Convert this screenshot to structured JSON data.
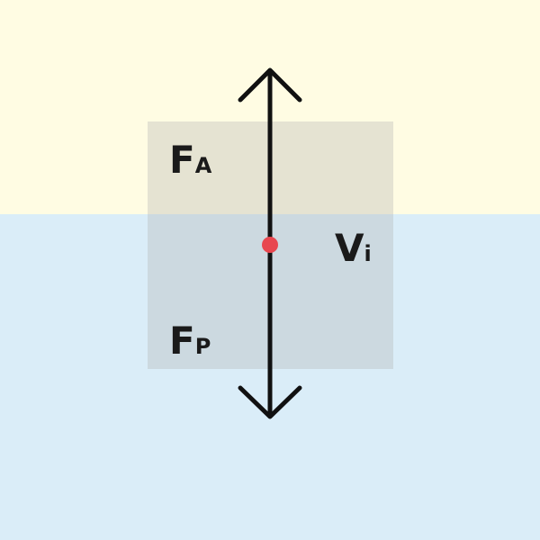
{
  "colors": {
    "air": "#FFFCE3",
    "water": "#DAEDF8",
    "block": "rgba(175,175,175,0.32)",
    "arrow": "#111111",
    "center_point": "#E8474F"
  },
  "labels": {
    "buoyant_force": {
      "main": "F",
      "sub": "A"
    },
    "gravity_force": {
      "main": "F",
      "sub": "P"
    },
    "immersed_volume": {
      "main": "V",
      "sub": "i"
    }
  }
}
